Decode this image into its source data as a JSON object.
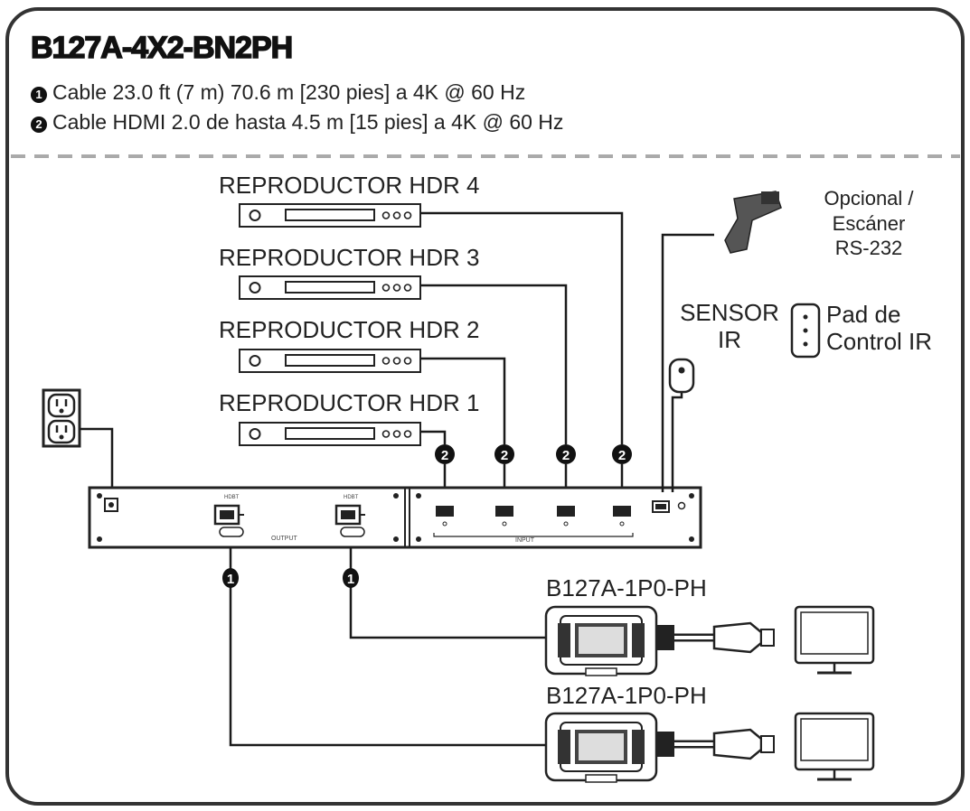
{
  "title": "B127A-4X2-BN2PH",
  "legend": [
    {
      "marker": "1",
      "text": "Cable 23.0 ft (7 m) 70.6 m [230 pies] a 4K @ 60 Hz"
    },
    {
      "marker": "2",
      "text": "Cable HDMI 2.0 de hasta 4.5 m [15 pies] a 4K @ 60 Hz"
    }
  ],
  "sources": [
    {
      "label": "REPRODUCTOR HDR 4"
    },
    {
      "label": "REPRODUCTOR HDR 3"
    },
    {
      "label": "REPRODUCTOR HDR 2"
    },
    {
      "label": "REPRODUCTOR HDR 1"
    }
  ],
  "scanner": {
    "line1": "Opcional /",
    "line2": "Escáner",
    "line3": "RS-232"
  },
  "sensor": {
    "line1": "SENSOR",
    "line2": "IR"
  },
  "pad": {
    "line1": "Pad de",
    "line2": "Control IR"
  },
  "receivers": [
    {
      "label": "B127A-1P0-PH"
    },
    {
      "label": "B127A-1P0-PH"
    }
  ],
  "markers": {
    "output": "1",
    "input": "2"
  },
  "colors": {
    "line": "#1a1a1a",
    "dash": "#aaaaaa",
    "frame": "#333333"
  }
}
